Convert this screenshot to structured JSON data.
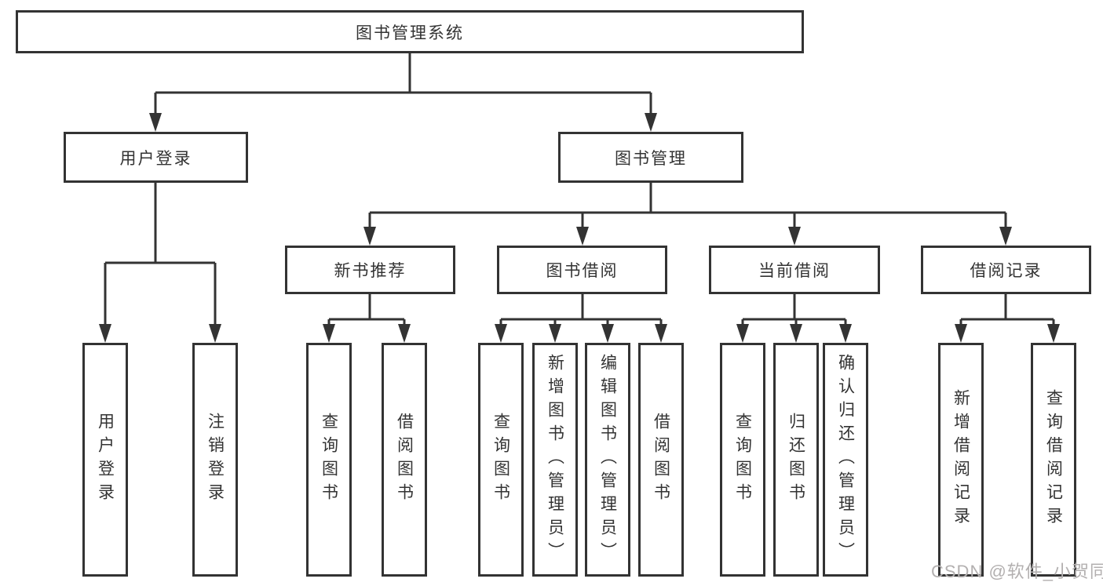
{
  "diagram": {
    "title": "图书管理系统",
    "line_color": "#333333",
    "root": {
      "label": "图书管理系统"
    },
    "user": {
      "label": "用户登录",
      "children": [
        {
          "label": "用户登录"
        },
        {
          "label": "注销登录"
        }
      ]
    },
    "book": {
      "label": "图书管理",
      "groups": [
        {
          "label": "新书推荐",
          "children": [
            {
              "label": "查询图书"
            },
            {
              "label": "借阅图书"
            }
          ]
        },
        {
          "label": "图书借阅",
          "children": [
            {
              "label": "查询图书"
            },
            {
              "label": "新增图书（管理员）"
            },
            {
              "label": "编辑图书（管理员）"
            },
            {
              "label": "借阅图书"
            }
          ]
        },
        {
          "label": "当前借阅",
          "children": [
            {
              "label": "查询图书"
            },
            {
              "label": "归还图书"
            },
            {
              "label": "确认归还（管理员）"
            }
          ]
        },
        {
          "label": "借阅记录",
          "children": [
            {
              "label": "新增借阅记录"
            },
            {
              "label": "查询借阅记录"
            }
          ]
        }
      ]
    }
  },
  "watermark": {
    "text": "CSDN @软件_小贺同学",
    "color": "#b3b0b0"
  }
}
